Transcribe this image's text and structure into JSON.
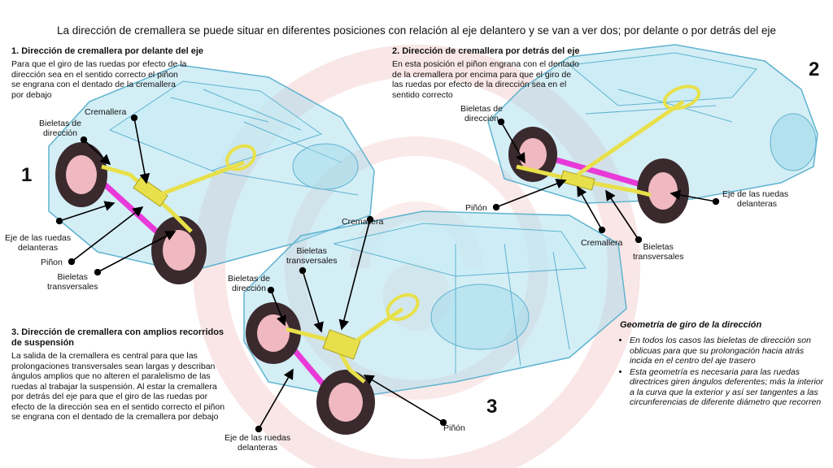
{
  "title": "La dirección de cremallera se puede situar en diferentes posiciones con relación al eje delantero y se van a ver dos; por delante o por detrás del eje",
  "section1": {
    "heading": "1. Dirección de cremallera por delante del eje",
    "lines": [
      "Para que el giro de las ruedas por efecto de la",
      "dirección sea en el sentido correcto el piñon",
      "se engrana con el dentado de la cremallera",
      "por debajo"
    ],
    "number": "1",
    "labels": {
      "cremallera": "Cremallera",
      "bieletas_direccion": [
        "Bieletas de",
        "dirección"
      ],
      "eje": [
        "Eje de las ruedas",
        "delanteras"
      ],
      "pinon": "Piñon",
      "bieletas_transversales": [
        "Bieletas",
        "transversales"
      ]
    }
  },
  "section2": {
    "heading": "2. Dirección de cremallera por detrás del eje",
    "lines": [
      "En esta posición el piñon engrana con el dentado",
      "de la cremallera por encima para que el giro de",
      "las ruedas por efecto de la dirección sea en el",
      "sentido correcto"
    ],
    "number": "2",
    "labels": {
      "bieletas_direccion": [
        "Bieletas de",
        "dirección"
      ],
      "pinon": "Piñón",
      "cremallera": "Cremallera",
      "bieletas_transversales": [
        "Bieletas",
        "transversales"
      ],
      "eje": [
        "Eje de las ruedas",
        "delanteras"
      ]
    }
  },
  "section3": {
    "heading": [
      "3. Dirección de cremallera con amplios recorridos",
      "de suspensión"
    ],
    "lines": [
      "La salida de la cremallera es central para que las",
      "prolongaciones transversales sean largas y describan",
      "ángulos amplios que no alteren el paralelismo de las",
      "ruedas al trabajar la suspensión. Al estar la cremallera",
      "por detrás del eje para que el giro de las ruedas por",
      "efecto de la dirección sea en el sentido correcto el piñon",
      "se engrana con el dentado de la cremallera por debajo"
    ],
    "number": "3",
    "labels": {
      "cremallera": "Cremallera",
      "bieletas_transversales": [
        "Bieletas",
        "transversales"
      ],
      "bieletas_direccion": [
        "Bieletas de",
        "dirección"
      ],
      "eje": [
        "Eje de las ruedas",
        "delanteras"
      ],
      "pinon": "Piñón"
    }
  },
  "geometry": {
    "heading": "Geometría de giro de la dirección",
    "bullets": [
      "En todos los casos las bieletas de dirección son oblicuas para que su prolongación hacia atrás incida en el centro del aje trasero",
      "Esta geometría es necesaria para las ruedas directrices giren ángulos deferentes; más la interior a la curva que la exterior y así ser tangentes a las circunferencias de diferente diámetro que recorren"
    ]
  },
  "colors": {
    "car_body": "#9fd9ea",
    "car_line": "#5fb3cf",
    "tire": "#3a2a2e",
    "rim": "#f0b8c0",
    "axle": "#e83ad8",
    "steering": "#e8e04a",
    "watermark": "#d23a3a"
  }
}
